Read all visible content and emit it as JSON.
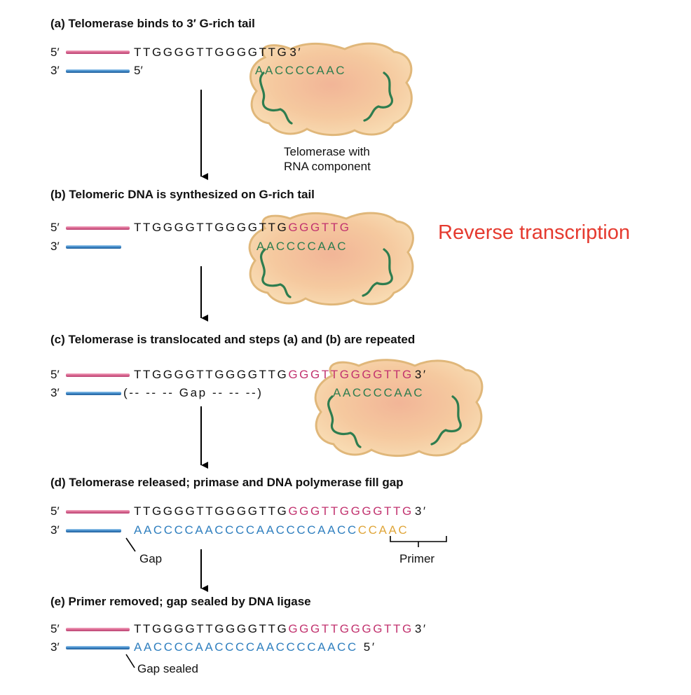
{
  "colors": {
    "template_green": "#2e7d4f",
    "telomeric_magenta": "#c2336f",
    "complement_blue": "#2f7fbf",
    "primer_orange": "#e0a63a",
    "annotation_red": "#e53a2f",
    "strand_pink": "#d9668f",
    "strand_blue": "#3c86c6",
    "blob_fill": "#f5c79a"
  },
  "annotation": {
    "text": "Reverse transcription"
  },
  "panels": {
    "a": {
      "title": "(a) Telomerase binds to 3′ G-rich tail",
      "top_end_5": "5′",
      "bottom_end_3": "3′",
      "top_seq": "TTGGGGTTGGGGTTG",
      "top_end": "3′",
      "bottom_end_5": "5′",
      "template_seq": "AACCCCAAC",
      "enzyme_label_line1": "Telomerase with",
      "enzyme_label_line2": "RNA component"
    },
    "b": {
      "title": "(b) Telomeric DNA is synthesized on G-rich tail",
      "top_end_5": "5′",
      "bottom_end_3": "3′",
      "top_seq_black": "TTGGGGTTGGGGTTG",
      "top_seq_new": "GGGTTG",
      "template_seq": "AACCCCAAC"
    },
    "c": {
      "title": "(c) Telomerase is translocated and steps (a) and (b) are repeated",
      "top_end_5": "5′",
      "bottom_end_3": "3′",
      "top_seq_black": "TTGGGGTTGGGGTTG",
      "top_seq_new": "GGGTTGGGGTTG",
      "top_end": "3′",
      "gap_text": "(-- -- -- Gap -- -- --)",
      "template_seq": "AACCCCAAC"
    },
    "d": {
      "title": "(d) Telomerase released; primase and DNA polymerase fill gap",
      "top_end_5": "5′",
      "bottom_end_3": "3′",
      "top_seq_black": "TTGGGGTTGGGGTTG",
      "top_seq_new": "GGGTTGGGGTTG",
      "top_end": "3′",
      "bottom_seq_blue": "AACCCCAACCCCAACCCCAACC",
      "bottom_seq_primer": "CCAAC",
      "gap_label": "Gap",
      "primer_label": "Primer"
    },
    "e": {
      "title": "(e) Primer removed; gap sealed by DNA ligase",
      "top_end_5": "5′",
      "bottom_end_3": "3′",
      "top_seq_black": "TTGGGGTTGGGGTTG",
      "top_seq_new": "GGGTTGGGGTTG",
      "top_end": "3′",
      "bottom_seq_blue": "AACCCCAACCCCAACCCCAACC",
      "bottom_end": "5′",
      "gap_label": "Gap sealed"
    }
  }
}
